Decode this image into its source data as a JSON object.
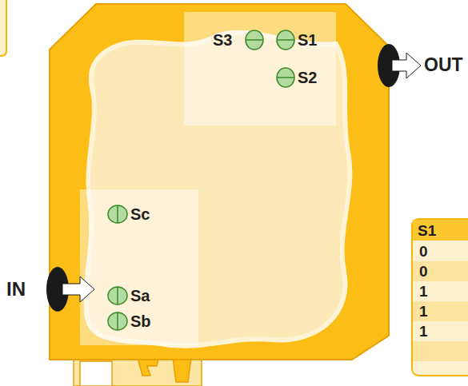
{
  "diagram": {
    "labels": [
      "S3",
      "S1",
      "S2",
      "Sc",
      "Sa",
      "Sb",
      "IN",
      "OUT",
      "S1",
      "0",
      "0",
      "1",
      "1",
      "1"
    ]
  }
}
